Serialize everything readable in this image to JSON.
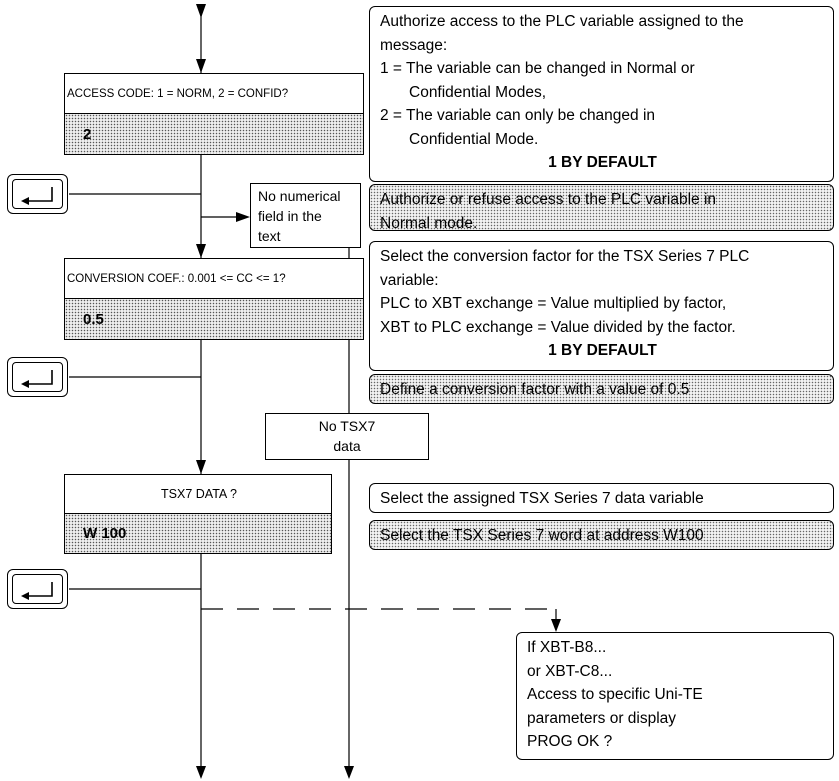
{
  "screens": {
    "access_code": {
      "prompt": "ACCESS CODE: 1 = NORM, 2 = CONFID?",
      "value": "2"
    },
    "conversion_coef": {
      "prompt": "CONVERSION COEF.: 0.001 <= CC <= 1?",
      "value": "0.5"
    },
    "tsx7_data": {
      "prompt": "TSX7 DATA ?",
      "value": "W 100"
    }
  },
  "notes": {
    "access_authorize": {
      "line1": "Authorize access to the PLC variable assigned to the",
      "line2": "message:",
      "line3": "1 = The variable can be changed in Normal or",
      "line4": "Confidential Modes,",
      "line5": "2 = The variable can only be changed in",
      "line6": "Confidential Mode.",
      "default": "1 BY DEFAULT"
    },
    "access_example": {
      "line1": "Authorize or refuse access to the PLC variable in",
      "line2": "Normal mode."
    },
    "conversion_select": {
      "line1": "Select the conversion factor for the TSX Series 7 PLC",
      "line2": "variable:",
      "line3": "PLC to XBT exchange = Value multiplied by factor,",
      "line4": "XBT to PLC exchange = Value divided by the factor.",
      "default": "1 BY DEFAULT"
    },
    "conversion_example": {
      "line1": "Define a conversion factor with a value of 0.5"
    },
    "tsx7_select": {
      "line1": "Select the assigned TSX Series 7 data variable"
    },
    "tsx7_example": {
      "line1": "Select the TSX Series 7 word at address W100"
    },
    "xbt_models": {
      "line1": "If XBT-B8...",
      "line2": "or XBT-C8...",
      "line3": "Access to specific Uni-TE",
      "line4": "parameters or display",
      "line5": "PROG OK ?"
    }
  },
  "branches": {
    "no_numerical": {
      "line1": "No numerical",
      "line2": "field in the",
      "line3": "text"
    },
    "no_tsx7": {
      "line1": "No TSX7",
      "line2": "data"
    }
  },
  "icons": {
    "enter_key": "enter-key-icon",
    "arrow": "arrow-head"
  }
}
